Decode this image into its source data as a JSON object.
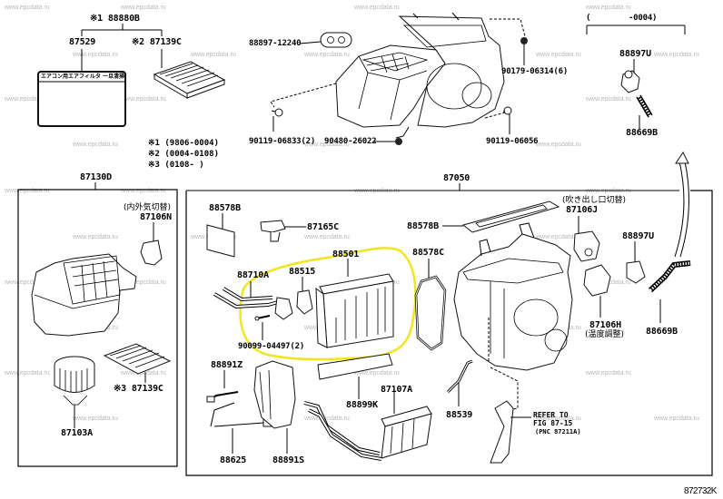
{
  "diagram": {
    "title_code": "872732K",
    "watermark": "www.epcdata.ru",
    "highlight_color": "#f0e61e",
    "top_left_group": {
      "kit_label": "※1 88880B",
      "label_part": "87529",
      "filter_part": "※2 87139C",
      "label_card_text": "エアコン用エアフィルタ 一旦清掃"
    },
    "legend": [
      "※1 (9806-0004)",
      "※2 (0004-0108)",
      "※3 (0108-     )"
    ],
    "top_center_parts": {
      "grommet": "88897-12240",
      "nut_top": "90179-06314(6)",
      "bolt_left": "90119-06833(2)",
      "grommet_bottom": "90480-26022",
      "bolt_right": "90119-06056"
    },
    "top_right_group": {
      "date_range": "(        -0004)",
      "valve": "88897U",
      "hose": "88669B"
    },
    "left_box": {
      "assembly": "87130D",
      "servo_note": "(内外気切替)",
      "servo": "87106N",
      "filter": "※3 87139C",
      "blower": "87103A"
    },
    "right_box": {
      "assembly": "87050",
      "parts": {
        "p88578B_a": "88578B",
        "p87165C": "87165C",
        "p88578B_b": "88578B",
        "p88578C": "88578C",
        "p88501": "88501",
        "p88515": "88515",
        "p88710A": "88710A",
        "p90099": "90099-04497(2)",
        "servo_j_note": "(吹き出し口切替)",
        "servo_j": "87106J",
        "p88897U": "88897U",
        "servo_h": "87106H",
        "servo_h_note": "(温度調整)",
        "p88669B": "88669B",
        "p88891Z": "88891Z",
        "p88625": "88625",
        "p88891S": "88891S",
        "p88899K": "88899K",
        "p87107A": "87107A",
        "p88539": "88539",
        "refer_line1": "REFER TO",
        "refer_line2": "FIG 87-15",
        "refer_line3": "(PNC 87211A)"
      }
    }
  }
}
